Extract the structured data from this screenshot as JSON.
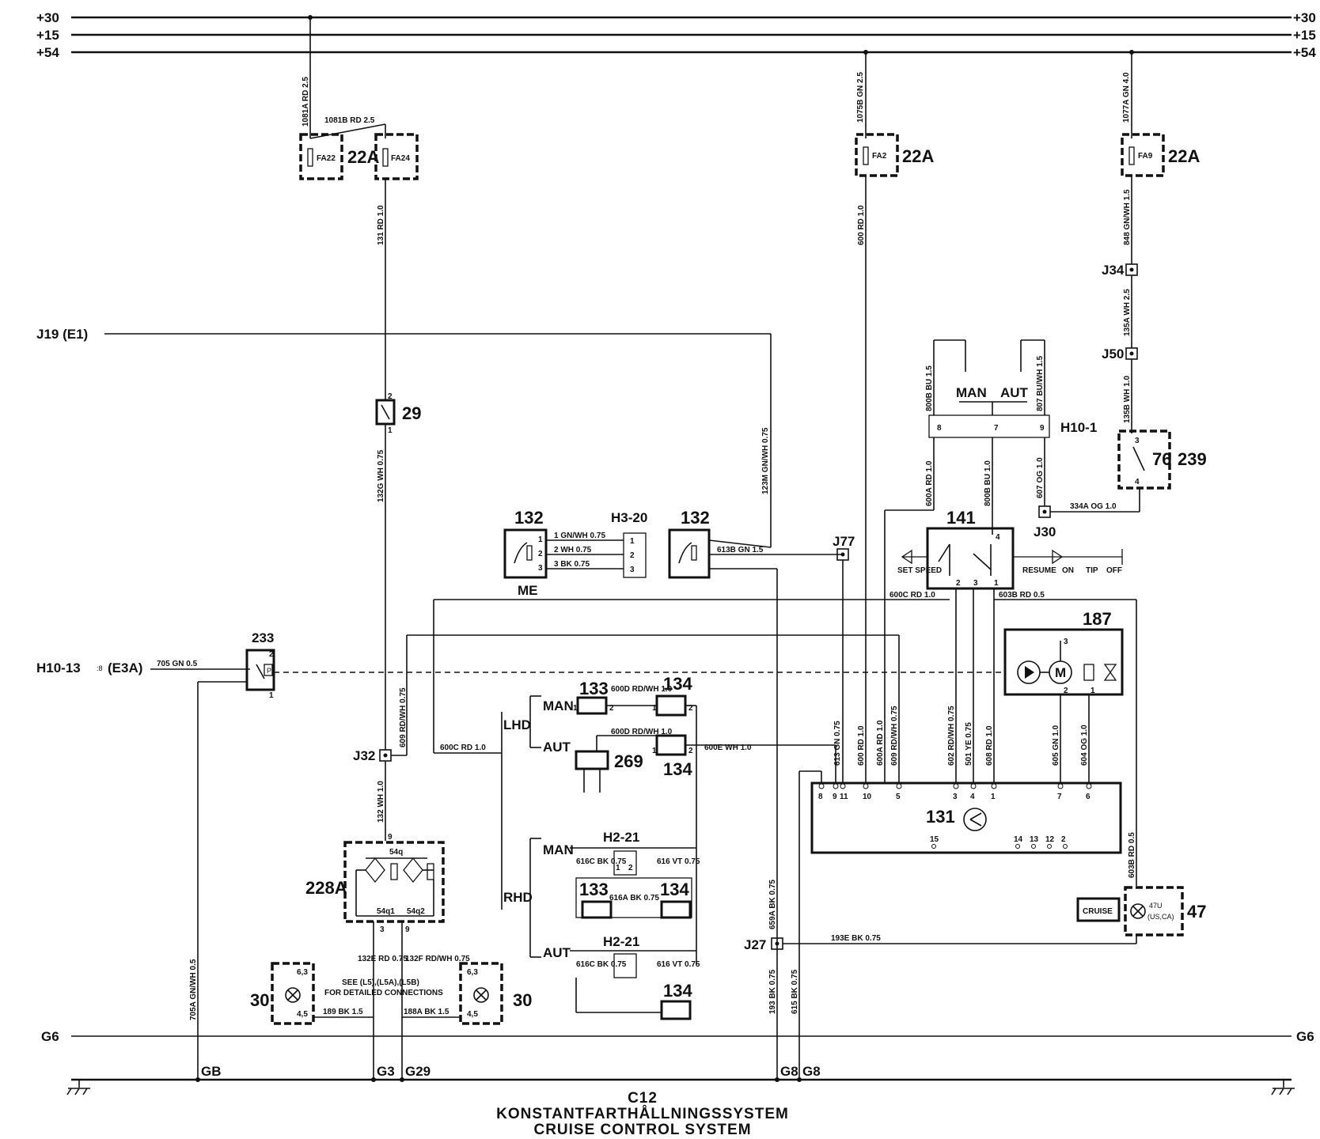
{
  "title": {
    "code": "C12",
    "swedish": "KONSTANTFARTHÅLLNINGSSYSTEM",
    "english": "CRUISE CONTROL SYSTEM"
  },
  "rails": {
    "plus30": "+30",
    "plus15": "+15",
    "plus54": "+54",
    "g6": "G6"
  },
  "grounds": {
    "gb": "GB",
    "g3": "G3",
    "g29": "G29",
    "g8a": "G8",
    "g8b": "G8"
  },
  "connectors": {
    "j19": "J19 (E1)",
    "h10_13": "H10-13",
    "h10_13_sub": ":8",
    "h10_13_e3a": "(E3A)",
    "j32": "J32",
    "j27": "J27",
    "j77": "J77",
    "j30": "J30",
    "j34": "J34",
    "j50": "J50",
    "h10_1": "H10-1",
    "h3_20": "H3-20",
    "h2_21a": "H2-21",
    "h2_21b": "H2-21"
  },
  "components": {
    "fa22": "FA22",
    "fa24": "FA24",
    "fa2": "FA2",
    "fa9": "FA9",
    "amp": "22A",
    "c29": "29",
    "c233": "233",
    "c228a": "228A",
    "c30": "30",
    "c132": "132",
    "me": "ME",
    "c133": "133",
    "c134": "134",
    "c269": "269",
    "c141": "141",
    "c187": "187",
    "c131": "131",
    "c76": "76",
    "c239": "239",
    "c47": "47",
    "cruise": "CRUISE",
    "us_ca": "47U (US,CA)"
  },
  "switch_labels": {
    "man": "MAN",
    "aut": "AUT",
    "lhd": "LHD",
    "rhd": "RHD",
    "set_speed": "SET SPEED",
    "resume": "RESUME",
    "on": "ON",
    "tip": "TIP",
    "off": "OFF",
    "see": "SEE (L5),(L5A),(L5B)",
    "for_detailed": "FOR DETAILED CONNECTIONS"
  },
  "wires": {
    "w1081a": "1081A RD 2.5",
    "w1081b": "1081B RD 2.5",
    "w1075b": "1075B GN 2.5",
    "w1077a": "1077A GN 4.0",
    "w131": "131 RD 1.0",
    "w600": "600 RD 1.0",
    "w848": "848 GN/WH 1.5",
    "w135a": "135A WH 2.5",
    "w135b": "135B WH 1.0",
    "w800b": "800B BU 1.5",
    "w807": "807 BU/WH 1.5",
    "w600a": "600A RD 1.0",
    "w800b2": "800B BU 1.0",
    "w607": "607 OG 1.0",
    "w334a": "334A OG 1.0",
    "w132g": "132G WH 0.75",
    "w123m": "123M GN/WH 0.75",
    "w613b": "613B GN 1.5",
    "w600c": "600C RD 1.0",
    "w603b": "603B RD 0.5",
    "w705": "705 GN 0.5",
    "w705a": "705A GN/WH 0.5",
    "w609": "609 RD/WH 0.75",
    "w132": "132 WH 1.0",
    "w600e": "600E WH 1.0",
    "w613": "613 GN 0.75",
    "w600b": "600 RD 1.0",
    "w600a2": "600A RD 1.0",
    "w609b": "609 RD/WH 0.75",
    "w602": "602 RD/WH 0.75",
    "w501": "501 YE 0.75",
    "w608": "608 RD 1.0",
    "w605": "605 GN 1.0",
    "w604": "604 OG 1.0",
    "w603b2": "603B RD 0.5",
    "w193e": "193E BK 0.75",
    "w193": "193 BK 0.75",
    "w659a": "659A BK 0.75",
    "w615": "615 BK 0.75",
    "w132e": "132E RD 0.75",
    "w132f": "132F RD/WH 0.75",
    "w189": "189 BK 1.5",
    "w188a": "188A BK 1.5",
    "h3_1": "1 GN/WH 0.75",
    "h3_2": "2 WH 0.75",
    "h3_3": "3 BK 0.75",
    "w600d": "600D RD/WH 1.0",
    "w600d2": "600D RD/WH 1.0",
    "w616c": "616C BK 0.75",
    "w616": "616 VT 0.75",
    "w616a": "616A BK 0.75",
    "w616c2": "616C BK 0.75",
    "w616b": "616 VT 0.75"
  },
  "pins_131": [
    "8",
    "9",
    "11",
    "10",
    "5",
    "3",
    "4",
    "1",
    "7",
    "6"
  ],
  "pins_131_bottom": [
    "15",
    "14",
    "13",
    "12",
    "2"
  ],
  "relay_pins": {
    "p54q": "54q",
    "p54q1": "54q1",
    "p54q2": "54q2",
    "p9": "9",
    "p3": "3",
    "p9b": "9",
    "lamp_top": "6,3",
    "lamp_bot": "4,5"
  }
}
